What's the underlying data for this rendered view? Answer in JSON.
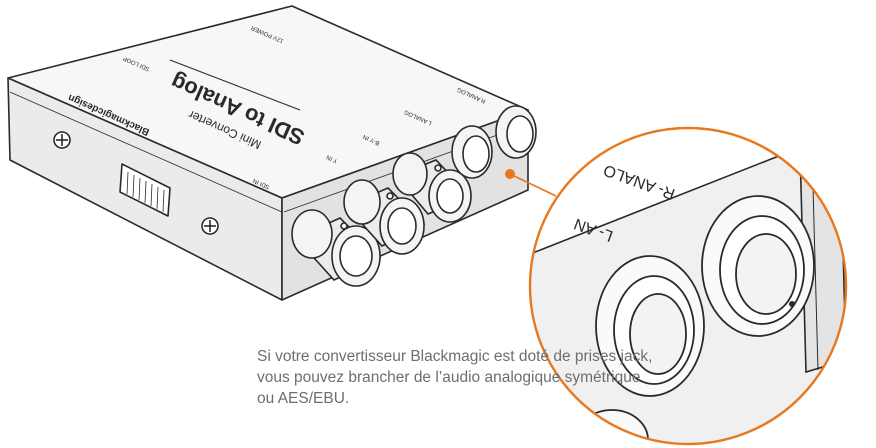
{
  "device": {
    "brand": "Blackmagicdesign",
    "product_line": "Mini Converter",
    "product_name": "SDI to Analog",
    "port_labels": {
      "sdi_in": "SDI IN",
      "sdi_loop": "SDI LOOP",
      "y_in": "Y IN",
      "b_y_in": "B-Y IN",
      "l_analog": "L ANALOG",
      "r_analog": "R ANALOG",
      "power": "12V POWER"
    }
  },
  "callout": {
    "label_r": "R- ANALO",
    "label_l": "L- AN"
  },
  "colors": {
    "accent": "#e8781e",
    "outline": "#2a2a2a",
    "caption": "#6e6e6e"
  },
  "caption": {
    "line1": "Si votre convertisseur Blackmagic est doté de prises jack,",
    "line2": "vous pouvez brancher de l’audio analogique symétrique",
    "line3": "ou AES/EBU."
  }
}
